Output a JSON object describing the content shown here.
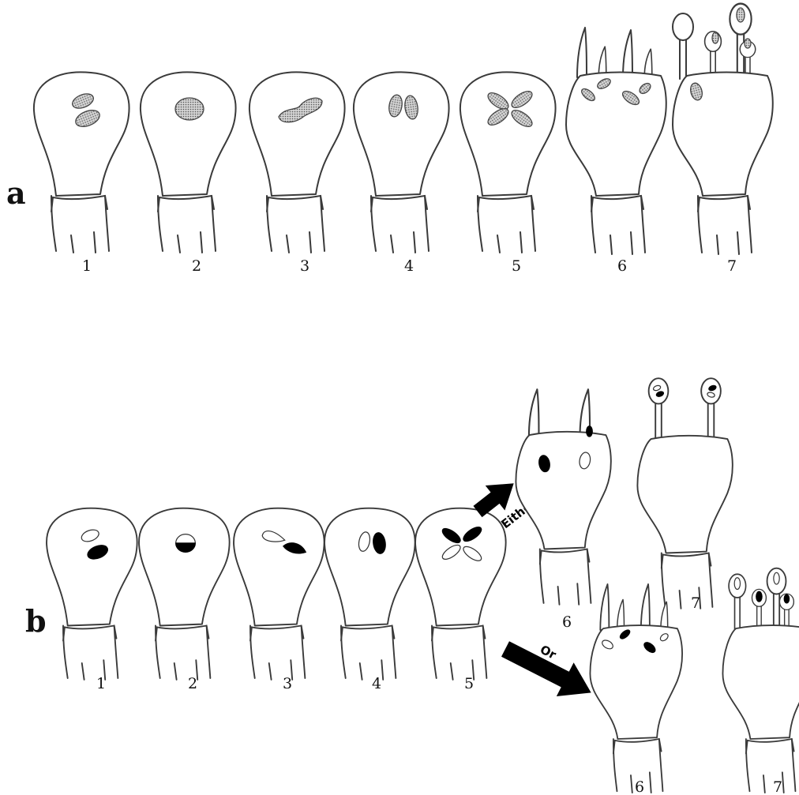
{
  "panels": {
    "a": {
      "letter": "a",
      "stages": [
        "1",
        "2",
        "3",
        "4",
        "5",
        "6",
        "7"
      ]
    },
    "b": {
      "letter": "b",
      "stages": [
        "1",
        "2",
        "3",
        "4",
        "5"
      ],
      "branch_upper": {
        "arrow_label": "Either",
        "stages": [
          "6",
          "7"
        ]
      },
      "branch_lower": {
        "arrow_label": "Or",
        "stages": [
          "6",
          "7"
        ]
      }
    }
  },
  "colors": {
    "outline": "#3a3a3a",
    "nucleus_dotted": "#8a8a8a",
    "nucleus_black": "#000000",
    "nucleus_white": "#ffffff"
  }
}
